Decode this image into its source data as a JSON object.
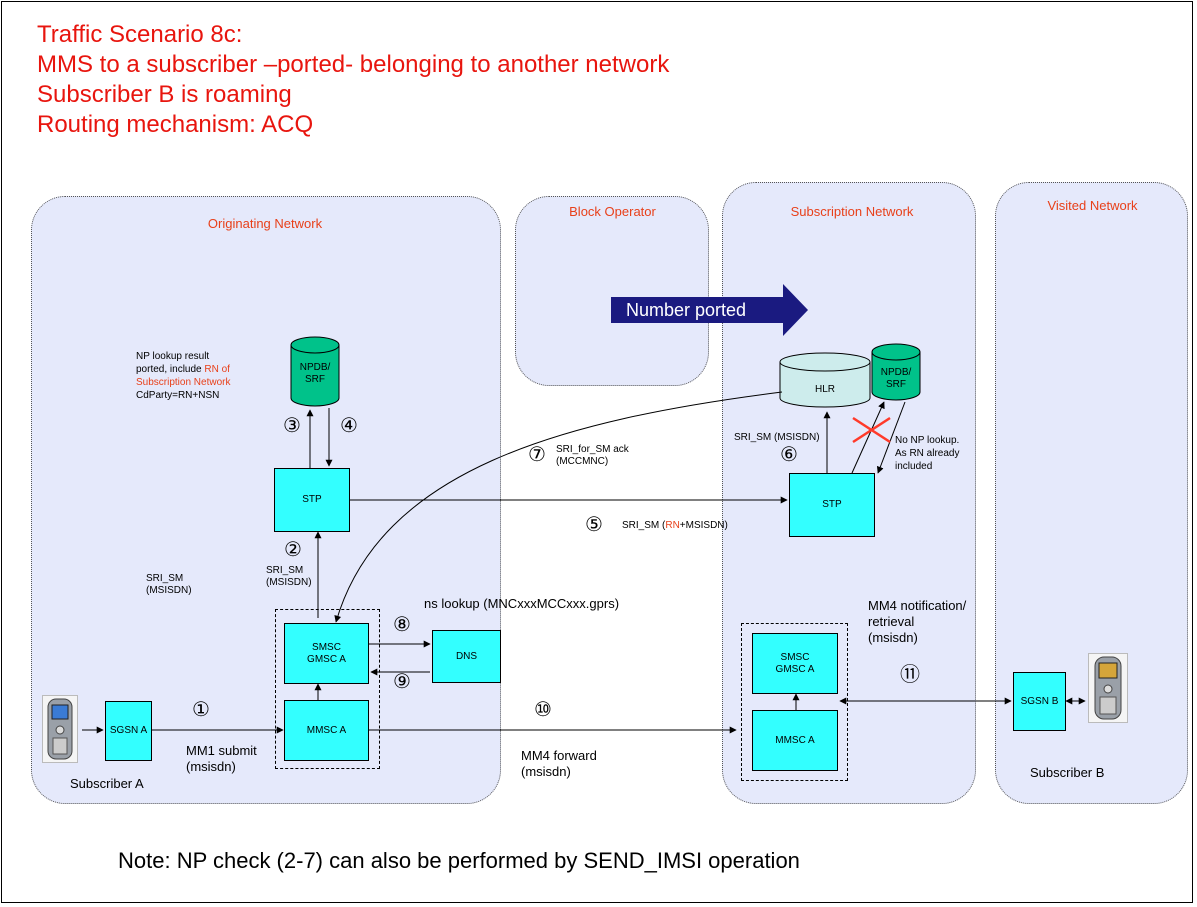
{
  "title": {
    "lines": [
      "Traffic Scenario 8c:",
      "MMS to a subscriber –ported- belonging to another network",
      "Subscriber B is roaming",
      "Routing mechanism: ACQ"
    ]
  },
  "regions": {
    "originating": "Originating Network",
    "block": "Block Operator",
    "subscription": "Subscription Network",
    "visited": "Visited Network"
  },
  "banner": {
    "text": "Number ported"
  },
  "nodes": {
    "npdb_left": "NPDB/\nSRF",
    "npdb_right": "NPDB/\nSRF",
    "hlr": "HLR",
    "stp_left": "STP",
    "stp_right": "STP",
    "smsc_left": "SMSC\nGMSC A",
    "smsc_right": "SMSC\nGMSC A",
    "mmsc_left": "MMSC A",
    "mmsc_right": "MMSC A",
    "dns": "DNS",
    "sgsn_a": "SGSN A",
    "sgsn_b": "SGSN B"
  },
  "subscribers": {
    "a": "Subscriber A",
    "b": "Subscriber B"
  },
  "np_result": {
    "line1": "NP lookup result",
    "line2_pre": "ported, include ",
    "line2_red": "RN of",
    "line3_red": "Subscription Network",
    "line4": "CdParty=RN+NSN"
  },
  "steps": {
    "s1": "①",
    "s2": "②",
    "s3": "③",
    "s4": "④",
    "s5": "⑤",
    "s6": "⑥",
    "s7": "⑦",
    "s8": "⑧",
    "s9": "⑨",
    "s10": "⑩",
    "s11": "⑪"
  },
  "labels": {
    "sri_sm_msisdn_1": "SRI_SM\n(MSISDN)",
    "sri_sm_msisdn_2": "SRI_SM\n(MSISDN)",
    "sri_sm_rn_pre": "SRI_SM (",
    "sri_sm_rn_red": "RN",
    "sri_sm_rn_post": "+MSISDN)",
    "sri_sm_msisdn_right": "SRI_SM (MSISDN)",
    "sri_for_sm_ack": "SRI_for_SM ack\n(MCCMNC)",
    "no_np_lookup": "No NP lookup.\nAs RN already\nincluded",
    "ns_lookup": "ns lookup (MNCxxxMCCxxx.gprs)",
    "mm1_submit": "MM1 submit\n(msisdn)",
    "mm4_forward": "MM4 forward\n(msisdn)",
    "mm4_notification": "MM4 notification/\nretrieval\n(msisdn)"
  },
  "note": "Note: NP check (2-7) can also be performed by SEND_IMSI operation",
  "colors": {
    "title": "#e8150e",
    "region_fill": "#e5e9fb",
    "node_fill": "#33ffff",
    "db_fill": "#00c28a",
    "hlr_fill": "#cdecec",
    "banner_fill": "#1a1a80",
    "red_label": "#e8401a"
  }
}
